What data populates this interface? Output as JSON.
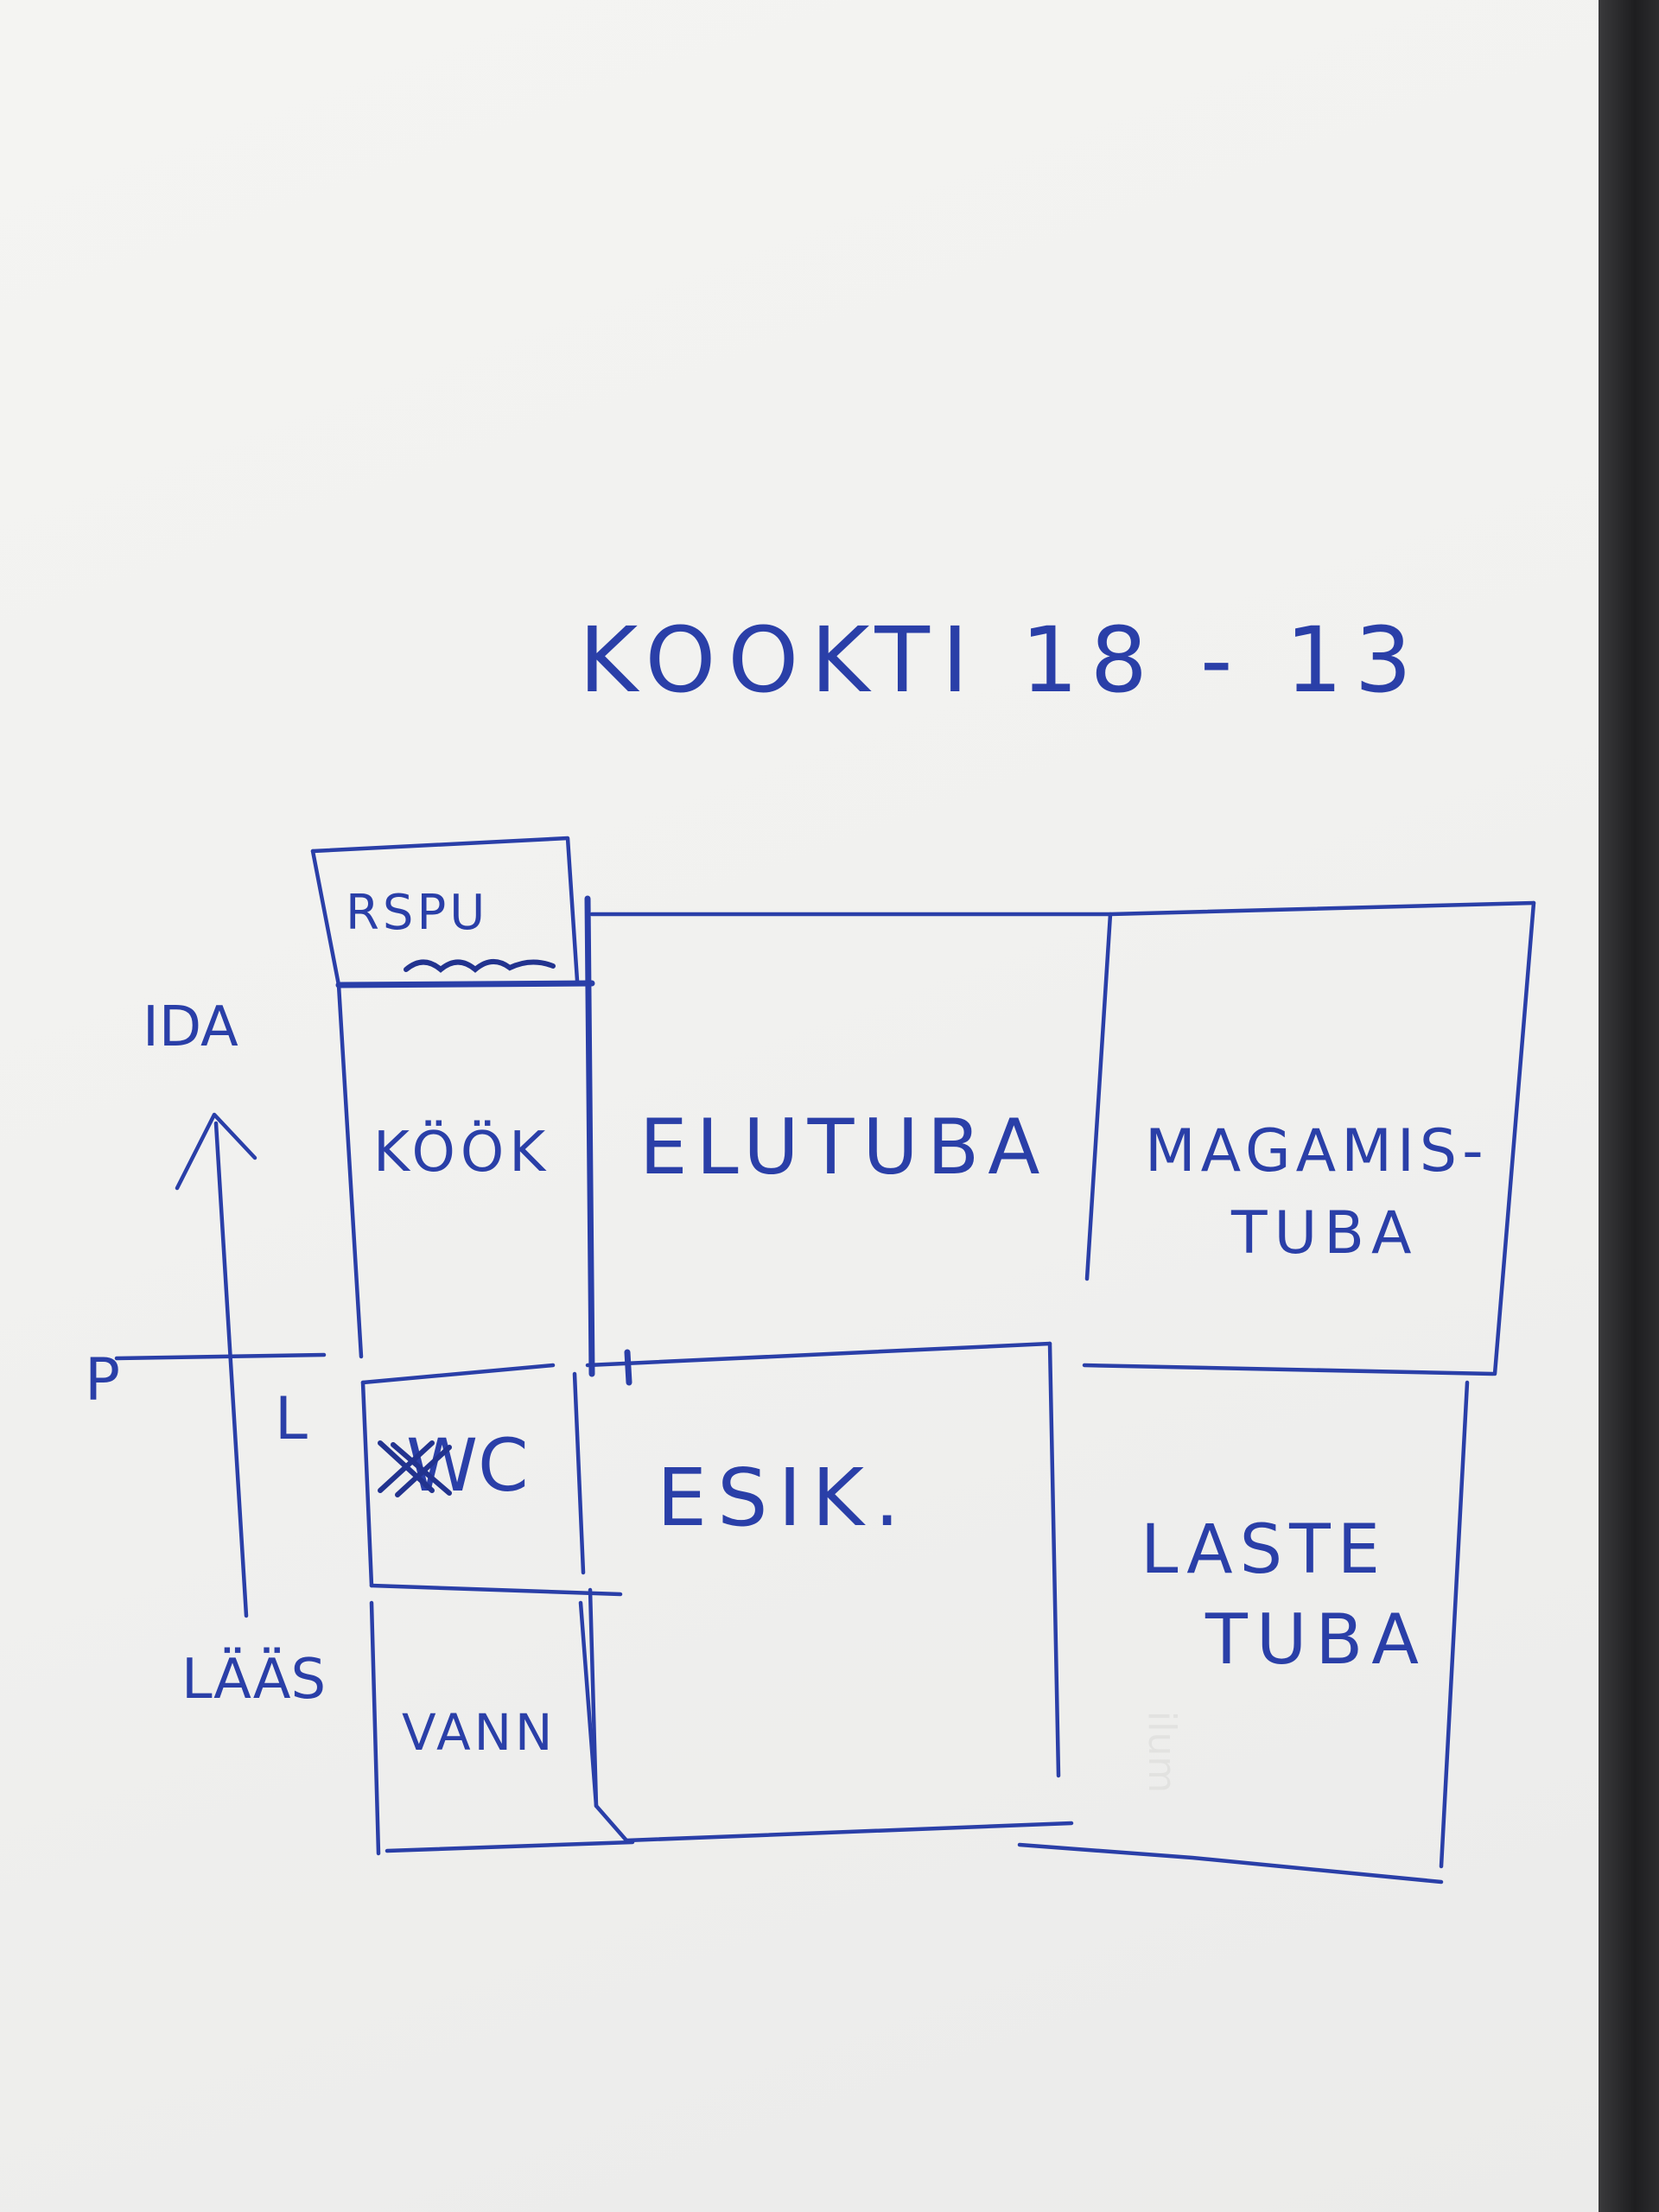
{
  "title": "KOOKTI 18 - 13",
  "compass": {
    "north": "IDA",
    "south": "LÄÄS",
    "west": "P",
    "east": "L"
  },
  "rooms": {
    "stairs": {
      "line1": "RSPU",
      "line2": ""
    },
    "kitchen": "KÖÖK",
    "wc": "WC",
    "bath": "VANN",
    "living": "ELUTUBA",
    "bedroom": {
      "line1": "MAGAMIS-",
      "line2": "TUBA"
    },
    "hall": "ESIK.",
    "kids": {
      "line1": "LASTE",
      "line2": "TUBA"
    }
  },
  "watermark": "ilum",
  "colors": {
    "ink": "#2a3fa8",
    "paper": "#f2f2f0",
    "background": "#2a2a2c"
  }
}
